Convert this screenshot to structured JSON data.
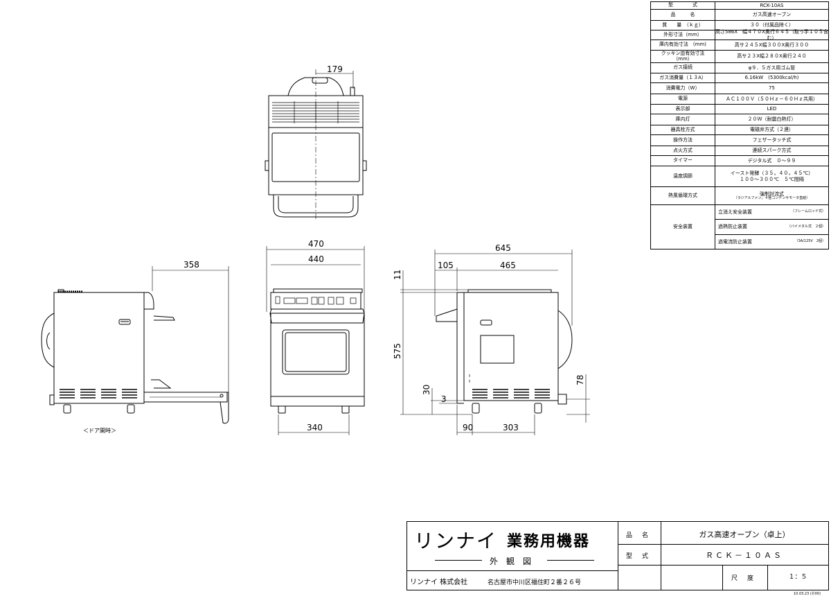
{
  "spec_table": [
    {
      "key": "型　　　　式",
      "value": "RCK-10AS"
    },
    {
      "key": "品　　　名",
      "value": "ガス高速オーブン"
    },
    {
      "key": "質　　量　（ｋｇ）",
      "value": "３０（付属品除く）"
    },
    {
      "key": "外形寸法（mm）",
      "value": "高さ586X　幅４７０X奥行６４５（取っ手１０５含む）"
    },
    {
      "key": "庫内有効寸法　(mm)",
      "value": "高サ２４５X幅３００X奥行３００"
    },
    {
      "key": "クッキン皿有効寸法\n（mm）",
      "value": "高サ２３X幅２８０X奥行２４０"
    },
    {
      "key": "ガス接続",
      "value": "φ９．５ガス用ゴム管"
    },
    {
      "key": "ガス消費量（１３A）",
      "value": "6.16kW　(5300kcal/h)"
    },
    {
      "key": "消費電力（W）",
      "value": "75"
    },
    {
      "key": "電源",
      "value": "ＡＣ１００Ｖ（５０Ｈｚ－６０Ｈｚ共用）"
    },
    {
      "key": "表示部",
      "value": "LED"
    },
    {
      "key": "庫内灯",
      "value": "２０Ｗ（耐震白熱灯）"
    },
    {
      "key": "器具栓方式",
      "value": "電磁弁方式（２連）"
    },
    {
      "key": "操作方法",
      "value": "フェザータッチ式"
    },
    {
      "key": "点火方式",
      "value": "連続スパーク方式"
    },
    {
      "key": "タイマー",
      "value": "デジタル式　０～９９"
    },
    {
      "key": "温度調節",
      "value": "イースト発酵（３５，４０，４５℃）",
      "value2": "１００～３００℃　５℃間隔"
    },
    {
      "key": "熱風循環方式",
      "value": "強制対流式",
      "value2": "（ラジアルファン，４極コンデンサモータ直結）"
    },
    {
      "key": "安全装置",
      "sub": [
        {
          "name": "立消え安全装置",
          "note": "（フレームロッド式）"
        },
        {
          "name": "過熱防止装置",
          "note": "（バイメタル式　２個）"
        },
        {
          "name": "過電流防止装置",
          "note": "（3A/125V　2個）"
        }
      ]
    }
  ],
  "dimensions": {
    "top_offset": "179",
    "open_depth": "358",
    "front_width": "470",
    "front_inner": "440",
    "front_feet": "340",
    "side_depth": "645",
    "side_handle": "105",
    "side_body": "465",
    "side_top": "11",
    "side_height": "575",
    "side_foot_h": "30",
    "side_foot_gap": "3",
    "side_gas_h": "78",
    "side_front_feet": "90",
    "side_feet_span": "303"
  },
  "door_caption": "＜ドア開時＞",
  "title_block": {
    "brand": "リンナイ",
    "brand_sub": "業務用機器",
    "sheet_title": "外観図",
    "company": "リンナイ 株式会社",
    "address": "名古屋市中川区福住町２番２６号",
    "label_name": "品名",
    "label_model": "型式",
    "label_scale": "尺度",
    "product_name": "ガス高速オーブン（卓上）",
    "model": "ＲＣＫ－１０ＡＳ",
    "scale": "１：５"
  },
  "footnote": "10.03.23 (Ⓡ00)"
}
